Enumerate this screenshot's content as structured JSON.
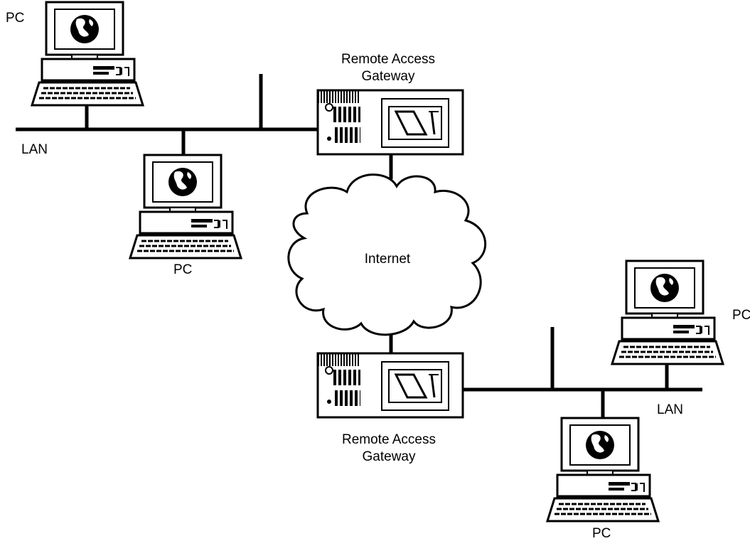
{
  "labels": {
    "pc_top_left": "PC",
    "lan_left": "LAN",
    "pc_mid_left": "PC",
    "gateway_top_line1": "Remote Access",
    "gateway_top_line2": "Gateway",
    "internet": "Internet",
    "pc_right": "PC",
    "lan_right": "LAN",
    "gateway_bottom_line1": "Remote Access",
    "gateway_bottom_line2": "Gateway",
    "pc_bottom_right": "PC"
  },
  "colors": {
    "stroke": "#000000",
    "background": "#ffffff"
  },
  "icons": {
    "pc": "desktop-computer-icon",
    "gateway": "gateway-server-icon",
    "cloud": "cloud-icon"
  }
}
